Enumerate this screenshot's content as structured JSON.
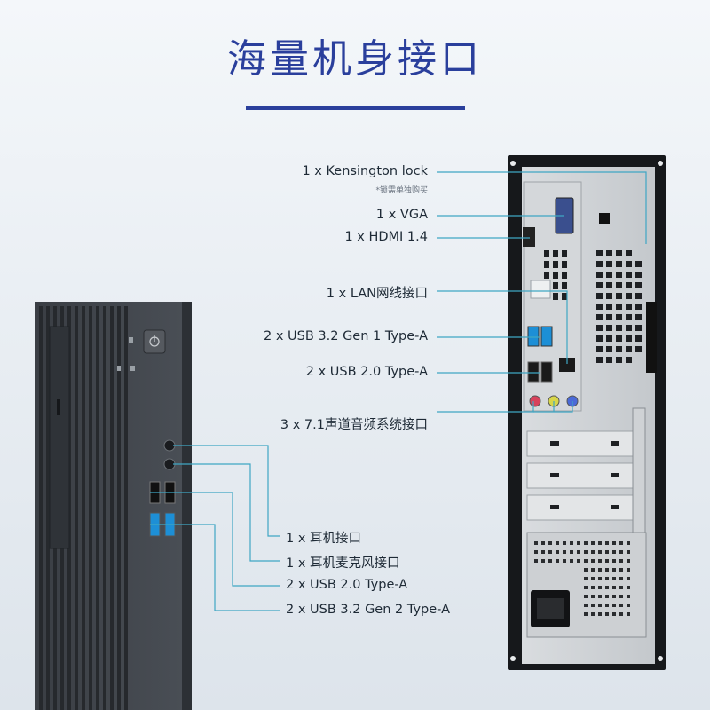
{
  "title": "海量机身接口",
  "rear_ports": [
    {
      "label": "1 x Kensington lock",
      "note": "*锁需单独购买"
    },
    {
      "label": "1 x VGA"
    },
    {
      "label": "1 x HDMI 1.4"
    },
    {
      "label": "1 x LAN网线接口"
    },
    {
      "label": "2 x USB 3.2 Gen 1 Type-A"
    },
    {
      "label": "2 x USB 2.0 Type-A"
    },
    {
      "label": "3 x 7.1声道音频系统接口"
    }
  ],
  "front_ports": [
    {
      "label": "1 x 耳机接口"
    },
    {
      "label": "1 x 耳机麦克风接口"
    },
    {
      "label": "2 x USB 2.0 Type-A"
    },
    {
      "label": "2 x USB 3.2 Gen 2 Type-A"
    }
  ],
  "colors": {
    "accent": "#2a3f9c",
    "leader": "#3fa6c4",
    "usb3": "#1d8fd6"
  }
}
